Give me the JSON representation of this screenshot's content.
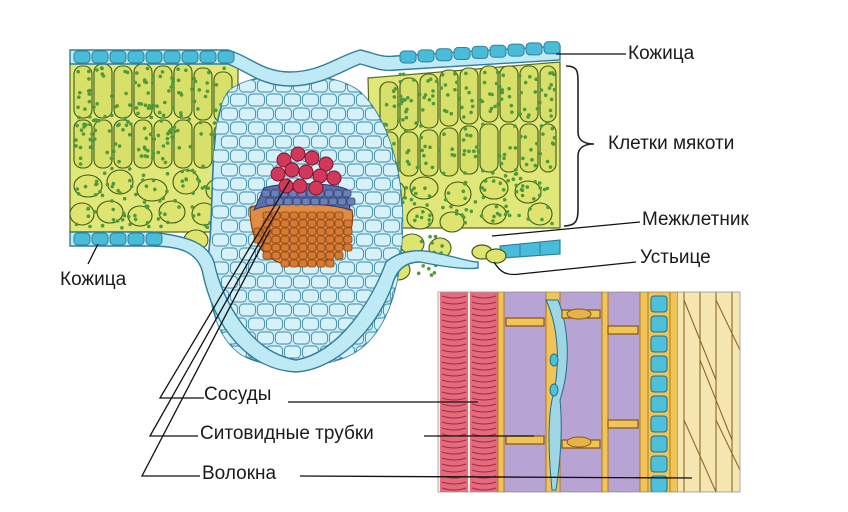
{
  "labels": {
    "skin_top": "Кожица",
    "mesophyll": "Клетки мякоти",
    "intercellular": "Межклетник",
    "stoma": "Устьице",
    "skin_bottom": "Кожица",
    "vessels": "Сосуды",
    "sieve_tubes": "Ситовидные трубки",
    "fibers": "Волокна"
  },
  "colors": {
    "epidermis": "#49bcd9",
    "epidermis_fill": "#bfe9f5",
    "mesophyll": "#e2e779",
    "chloroplast": "#4f9a3c",
    "bundle_sheath": "#c9ecf6",
    "xylem_red": "#d2385a",
    "phloem_blue": "#5a6fa8",
    "fiber_brown": "#c86f2a",
    "vessel_pink": "#e46b7d",
    "sieve_purple": "#b7a3d4",
    "fiber_yellow": "#f1c45a"
  }
}
